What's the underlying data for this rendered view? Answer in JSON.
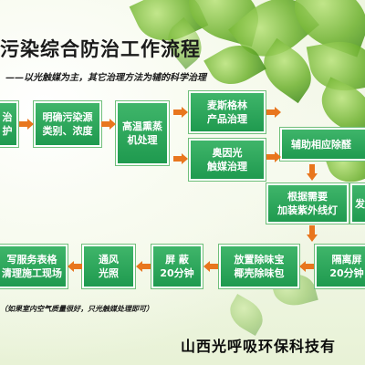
{
  "title": "污染综合防治工作流程",
  "subtitle": "——以光触媒为主，其它治理方法为辅的科学治理",
  "steps": {
    "s1": "治\n护",
    "s2": "明确污染源\n类别、浓度",
    "s3": "高温熏蒸\n机处理",
    "s4": "麦斯格林\n产品治理",
    "s5": "奥因光\n触媒治理",
    "s6": "辅助相应除醛",
    "s7": "根据需要\n加装紫外线灯",
    "s8": "发",
    "s9": "隔离屏\n20分钟",
    "s10": "放置除味宝\n椰壳除味包",
    "s11": "屏  蔽\n20分钟",
    "s12": "通风\n光照",
    "s13": "写服务表格\n清理施工现场"
  },
  "note": "（如果室内空气质量很好，只光触媒处理即可）",
  "company": "山西光呼吸环保科技有",
  "colors": {
    "box": "#1f9a4f",
    "arrow": "#e8761e",
    "leaf": "#6db12d"
  }
}
